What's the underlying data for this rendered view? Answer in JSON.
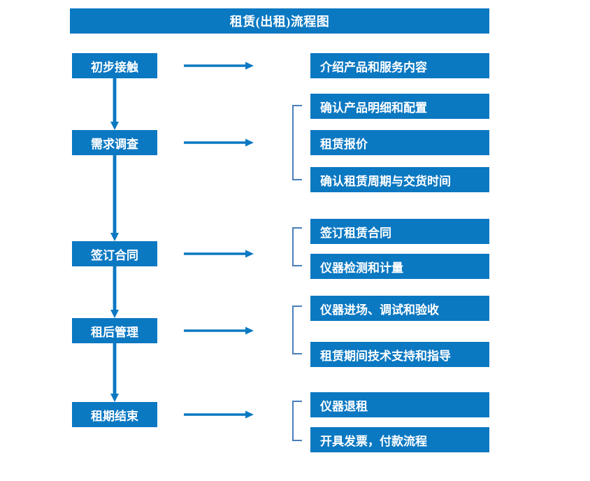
{
  "title": "租赁(出租)流程图",
  "colors": {
    "box_fill": "#0B78C2",
    "box_text": "#FFFFFF",
    "arrow": "#0B78C2",
    "bracket": "#4A7EBB",
    "background": "#FFFFFF"
  },
  "chart_data": {
    "type": "diagram",
    "title": "租赁(出租)流程图",
    "stages": [
      {
        "stage": "初步接触",
        "details": [
          "介绍产品和服务内容"
        ],
        "grouped": false
      },
      {
        "stage": "需求调查",
        "details": [
          "确认产品明细和配置",
          "租赁报价",
          "确认租赁周期与交货时间"
        ],
        "grouped": true
      },
      {
        "stage": "签订合同",
        "details": [
          "签订租赁合同",
          "仪器检测和计量"
        ],
        "grouped": true
      },
      {
        "stage": "租后管理",
        "details": [
          "仪器进场、调试和验收",
          "租赁期间技术支持和指导"
        ],
        "grouped": true
      },
      {
        "stage": "租期结束",
        "details": [
          "仪器退租",
          "开具发票，付款流程"
        ],
        "grouped": true
      }
    ]
  },
  "stages": [
    {
      "label": "初步接触"
    },
    {
      "label": "需求调查"
    },
    {
      "label": "签订合同"
    },
    {
      "label": "租后管理"
    },
    {
      "label": "租期结束"
    }
  ],
  "details": [
    {
      "label": "介绍产品和服务内容"
    },
    {
      "label": "确认产品明细和配置"
    },
    {
      "label": "租赁报价"
    },
    {
      "label": "确认租赁周期与交货时间"
    },
    {
      "label": "签订租赁合同"
    },
    {
      "label": "仪器检测和计量"
    },
    {
      "label": "仪器进场、调试和验收"
    },
    {
      "label": "租赁期间技术支持和指导"
    },
    {
      "label": "仪器退租"
    },
    {
      "label": "开具发票，付款流程"
    }
  ]
}
